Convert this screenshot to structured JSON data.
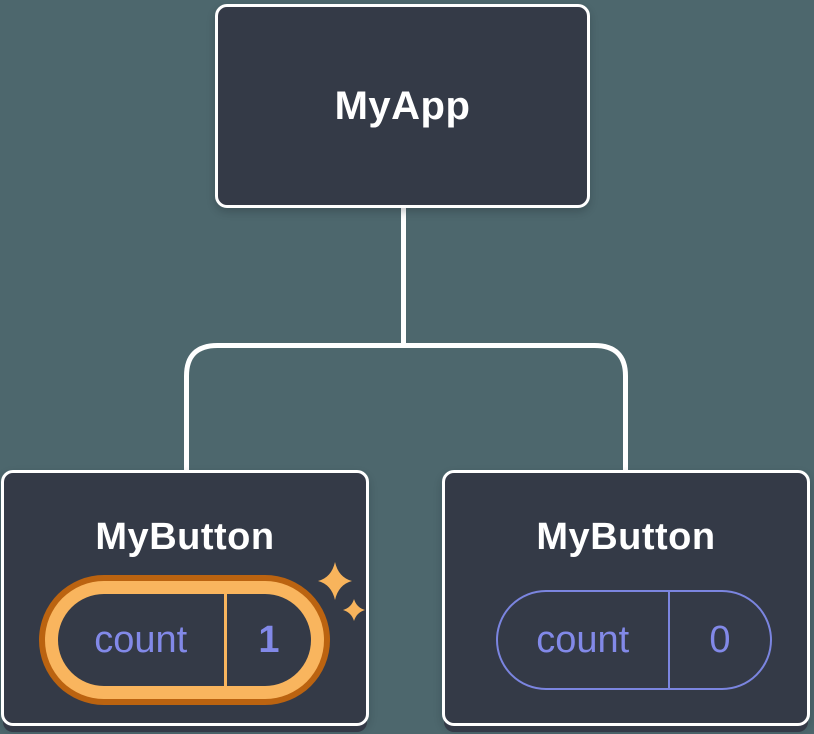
{
  "theme": {
    "canvas-bg": "#4D676D",
    "node-bg": "#343A47",
    "node-border": "#FFFFFF",
    "connector": "#FFFFFF",
    "label-color": "#FFFFFF",
    "state-accent": "#8289E8",
    "state-stroke": "#7B85E0",
    "highlight-ring": "#F9B55E",
    "highlight-ring-edge": "#BB6310",
    "sparkle": "#F8B45C"
  },
  "diagram": {
    "root": {
      "label": "MyApp"
    },
    "children": [
      {
        "label": "MyButton",
        "state": {
          "name": "count",
          "value": "1"
        },
        "highlighted": true
      },
      {
        "label": "MyButton",
        "state": {
          "name": "count",
          "value": "0"
        },
        "highlighted": false
      }
    ]
  }
}
